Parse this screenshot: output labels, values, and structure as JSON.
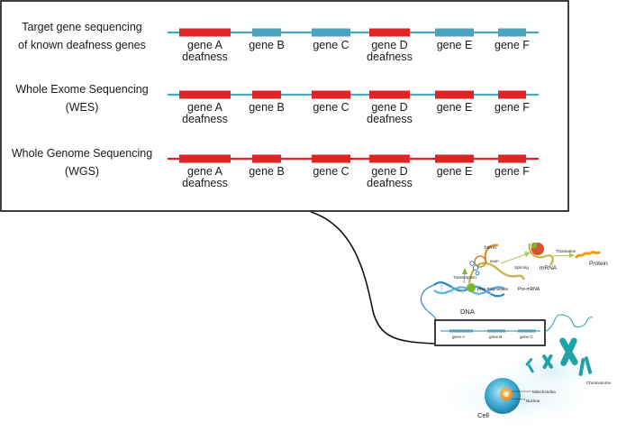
{
  "colors": {
    "disease_gene": "#e02424",
    "non_disease_gene": "#4aa3bf",
    "chromosome": "#1fa3a6",
    "cell": "#4ab3d6",
    "nucleus": "#f3a33a",
    "dna_blue": "#2f86c6",
    "rna_green": "#7ab833",
    "protein_orange": "#f39c12"
  },
  "rows": [
    {
      "label_lines": [
        "Target gene sequencing",
        "of known deafness genes"
      ],
      "backbone": "blue",
      "genes": [
        {
          "name": "gene A",
          "sub": "deafness",
          "color": "red"
        },
        {
          "name": "gene B",
          "sub": "",
          "color": "blue"
        },
        {
          "name": "gene C",
          "sub": "",
          "color": "blue"
        },
        {
          "name": "gene D",
          "sub": "deafness",
          "color": "red"
        },
        {
          "name": "gene E",
          "sub": "",
          "color": "blue"
        },
        {
          "name": "gene F",
          "sub": "",
          "color": "blue"
        }
      ]
    },
    {
      "label_lines": [
        "Whole Exome Sequencing",
        "(WES)"
      ],
      "backbone": "blue",
      "genes": [
        {
          "name": "gene A",
          "sub": "deafness",
          "color": "red"
        },
        {
          "name": "gene B",
          "sub": "",
          "color": "red"
        },
        {
          "name": "gene C",
          "sub": "",
          "color": "red"
        },
        {
          "name": "gene D",
          "sub": "deafness",
          "color": "red"
        },
        {
          "name": "gene E",
          "sub": "",
          "color": "red"
        },
        {
          "name": "gene F",
          "sub": "",
          "color": "red"
        }
      ]
    },
    {
      "label_lines": [
        "Whole Genome Sequencing",
        "(WGS)"
      ],
      "backbone": "red",
      "genes": [
        {
          "name": "gene A",
          "sub": "deafness",
          "color": "red"
        },
        {
          "name": "gene B",
          "sub": "",
          "color": "red"
        },
        {
          "name": "gene C",
          "sub": "",
          "color": "red"
        },
        {
          "name": "gene D",
          "sub": "deafness",
          "color": "red"
        },
        {
          "name": "gene E",
          "sub": "",
          "color": "red"
        },
        {
          "name": "gene F",
          "sub": "",
          "color": "red"
        }
      ]
    }
  ],
  "illustration": {
    "intron": "Intron",
    "exon": "exon",
    "transcription": "Transcription",
    "splicing": "Splicing",
    "translation": "Translation",
    "rna_polymerase": "RNA Polymerase",
    "pre_mrna": "Pre-mRNA",
    "mrna": "mRNA",
    "protein": "Protein",
    "dna": "DNA",
    "mini_genes": [
      "gene A",
      "gene B",
      "gene C"
    ],
    "chromosome": "Chromosome",
    "mitochondria": "Mitochondria",
    "nuclear": "Nuclear",
    "cell": "Cell"
  }
}
